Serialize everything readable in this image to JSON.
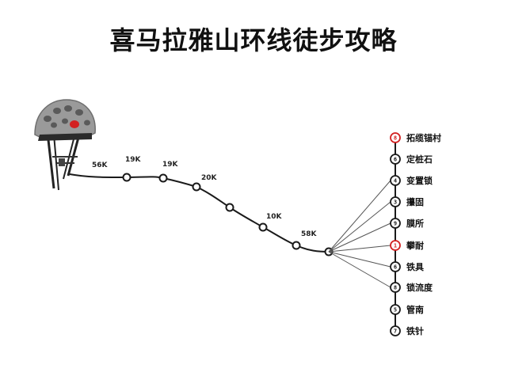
{
  "title": "喜马拉雅山环线徒步攻略",
  "route": {
    "distance_labels": [
      "56K",
      "19K",
      "19K",
      "20K",
      "10K",
      "58K"
    ]
  },
  "legend": {
    "items": [
      {
        "num": "8",
        "label": "拓缆锚村",
        "highlight": true
      },
      {
        "num": "6",
        "label": "定桩石",
        "highlight": false
      },
      {
        "num": "4",
        "label": "变置锁",
        "highlight": false
      },
      {
        "num": "3",
        "label": "攥固",
        "highlight": false
      },
      {
        "num": "9",
        "label": "膜所",
        "highlight": false
      },
      {
        "num": "1",
        "label": "攀耐",
        "highlight": true
      },
      {
        "num": "6",
        "label": "铁具",
        "highlight": false
      },
      {
        "num": "8",
        "label": "锁流度",
        "highlight": false
      },
      {
        "num": "5",
        "label": "管南",
        "highlight": false
      },
      {
        "num": "7",
        "label": "铁针",
        "highlight": false
      }
    ]
  },
  "colors": {
    "line": "#1a1a1a",
    "helmet": "#9a9a9a",
    "helmet_accent": "#d22020",
    "highlight": "#d22020"
  }
}
